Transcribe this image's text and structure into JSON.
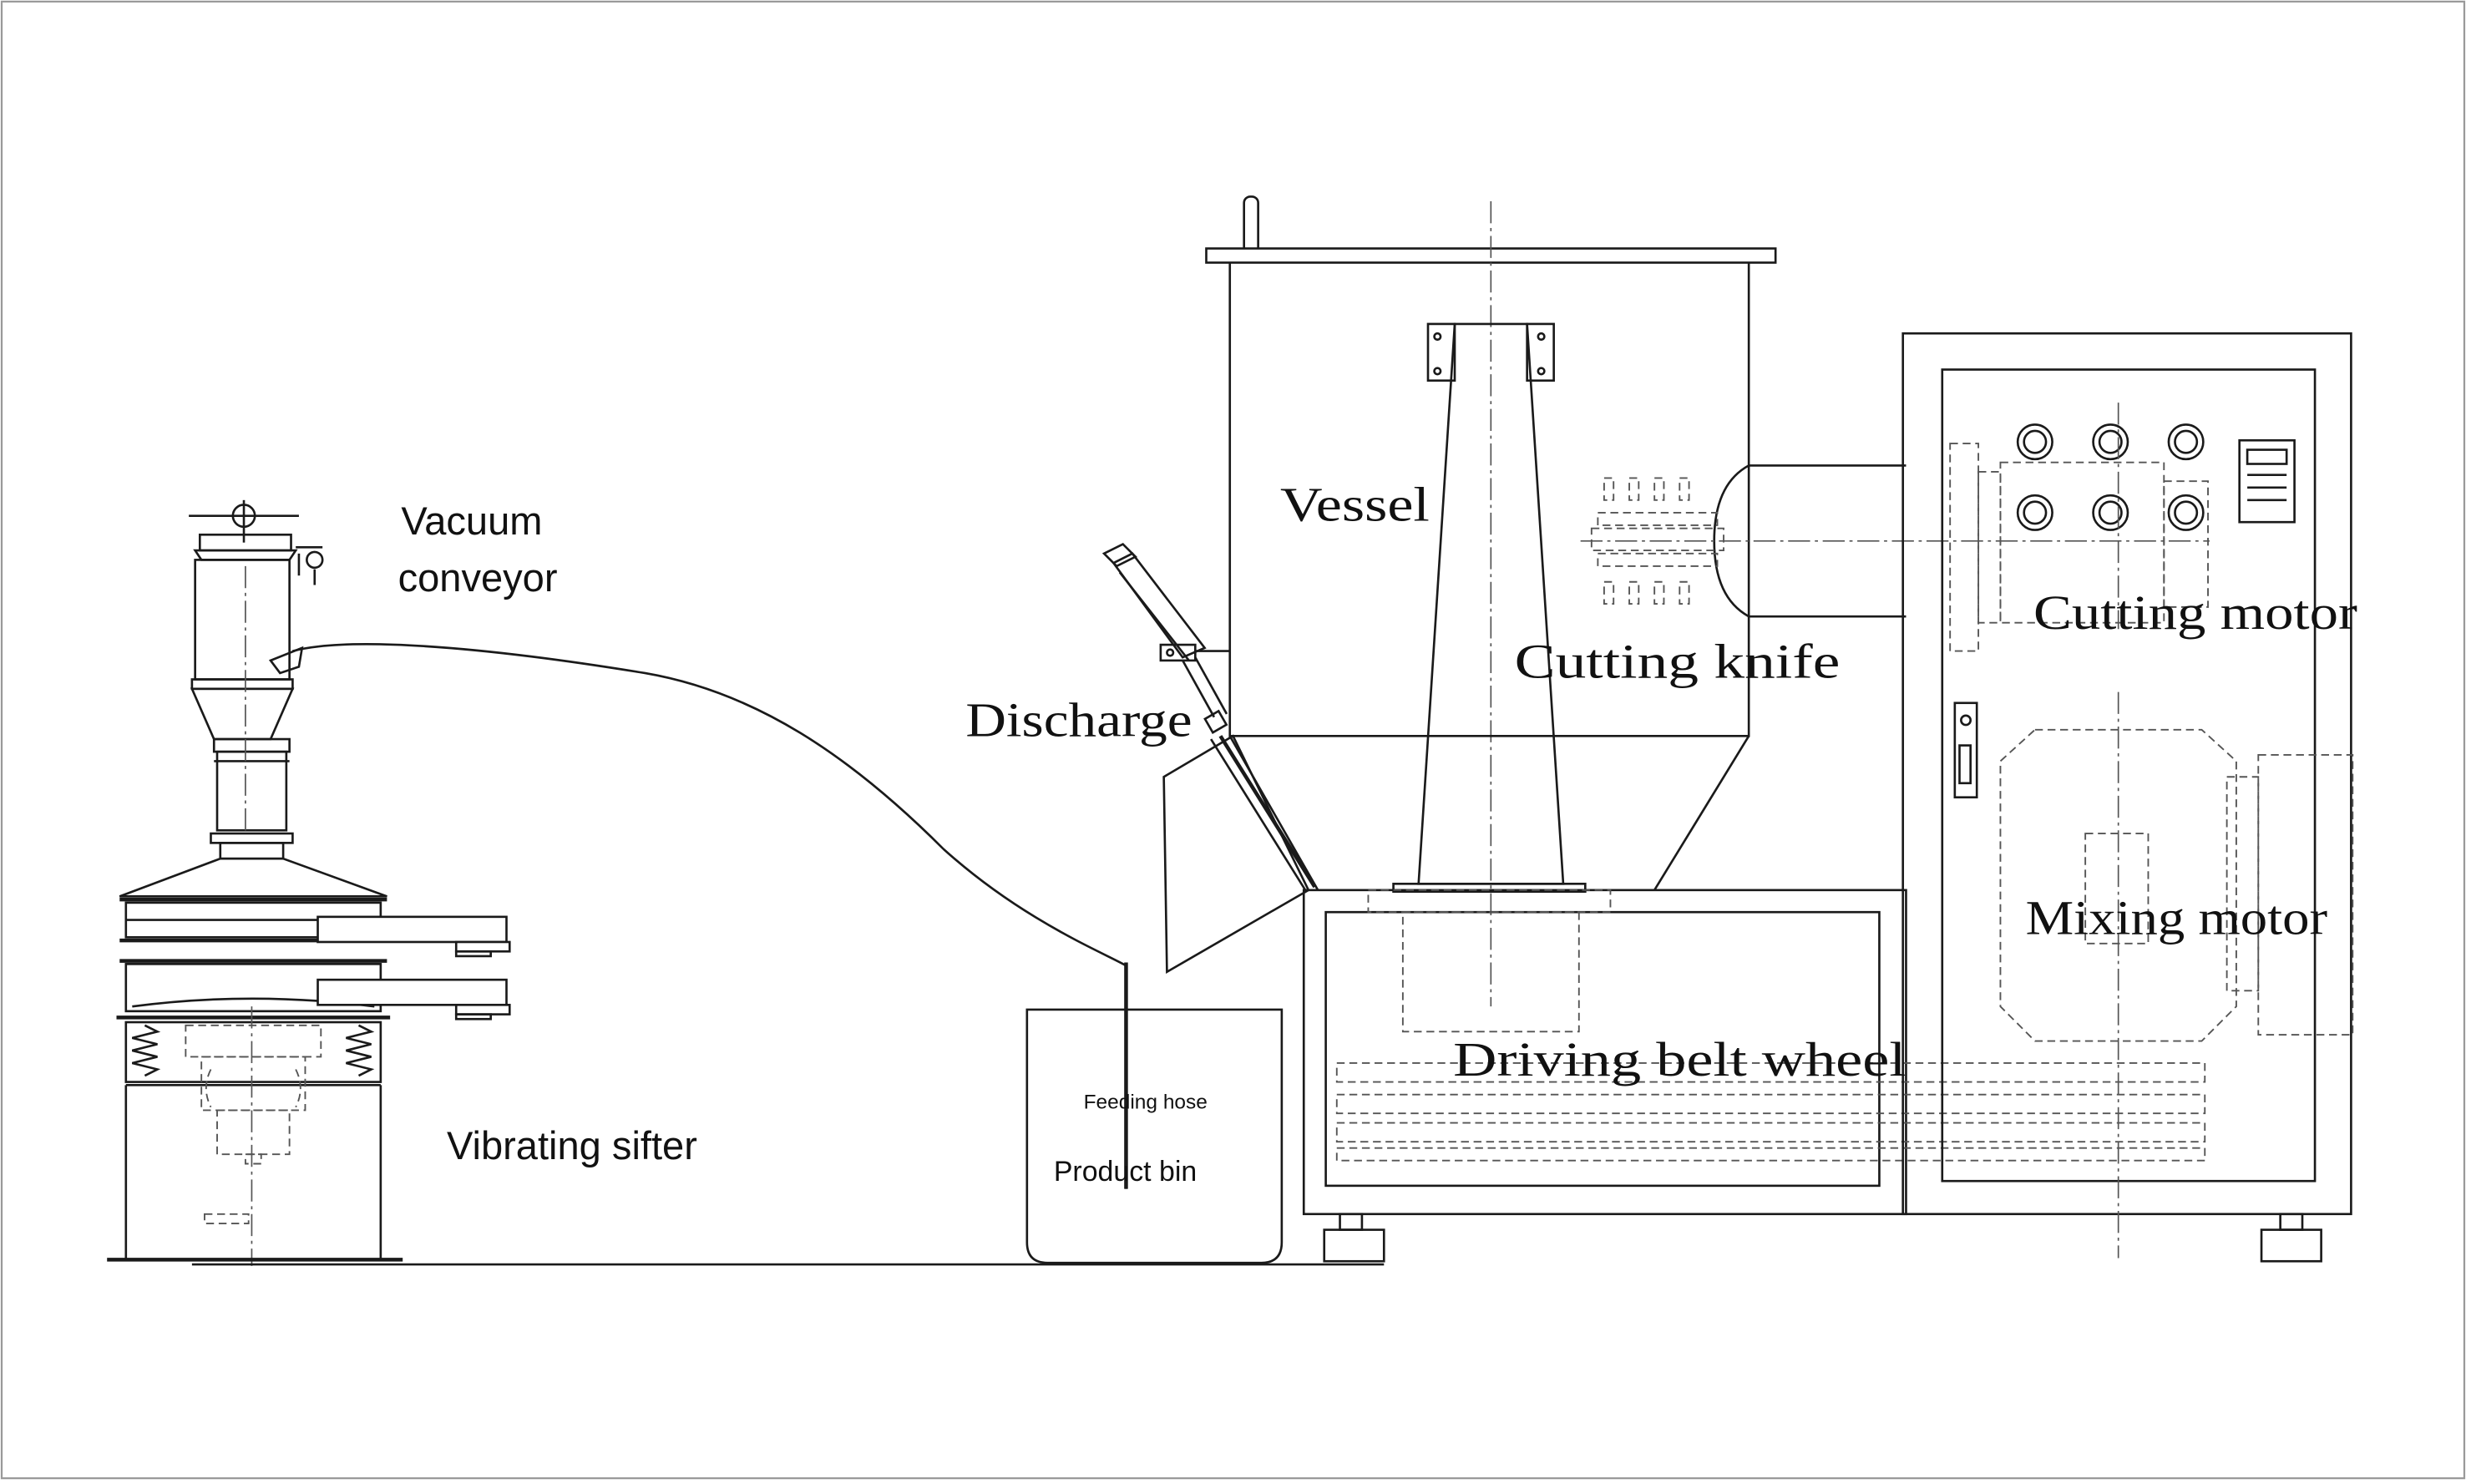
{
  "labels": {
    "vacuum_line1": "Vacuum",
    "vacuum_line2": "conveyor",
    "vibrating_sifter": "Vibrating sifter",
    "feeding_hose": "Feeding hose",
    "product_bin": "Product bin",
    "discharge": "Discharge",
    "vessel": "Vessel",
    "cutting_knife": "Cutting knife",
    "cutting_motor": "Cutting motor",
    "mixing_motor": "Mixing motor",
    "driving_belt_wheel": "Driving belt wheel"
  },
  "colors": {
    "line": "#1a1a1a",
    "hidden_line": "#555555",
    "frame": "#9a9a9a",
    "background": "#ffffff"
  }
}
